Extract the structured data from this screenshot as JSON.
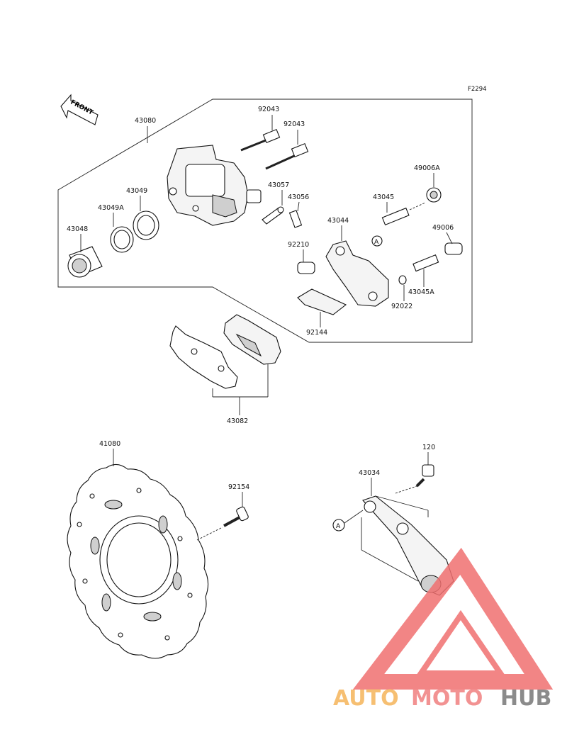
{
  "figure_code": "F2294",
  "front_label": "FRONT",
  "marker_a": "A",
  "parts": {
    "p43080": "43080",
    "p92043a": "92043",
    "p92043b": "92043",
    "p49006a": "49006A",
    "p43049": "43049",
    "p43057": "43057",
    "p43056": "43056",
    "p43045": "43045",
    "p43049a": "43049A",
    "p43044": "43044",
    "p49006": "49006",
    "p43048": "43048",
    "p92210": "92210",
    "p43045a": "43045A",
    "p92022": "92022",
    "p92144": "92144",
    "p43082": "43082",
    "p41080": "41080",
    "p120": "120",
    "p92154": "92154",
    "p43034": "43034"
  },
  "watermark": {
    "part1": "AUTO",
    "part2": "MOTO",
    "part3": "HUB",
    "color1": "#f5b45a",
    "color2": "#f08080",
    "color3": "#777777",
    "triangle_color": "#f07070"
  }
}
